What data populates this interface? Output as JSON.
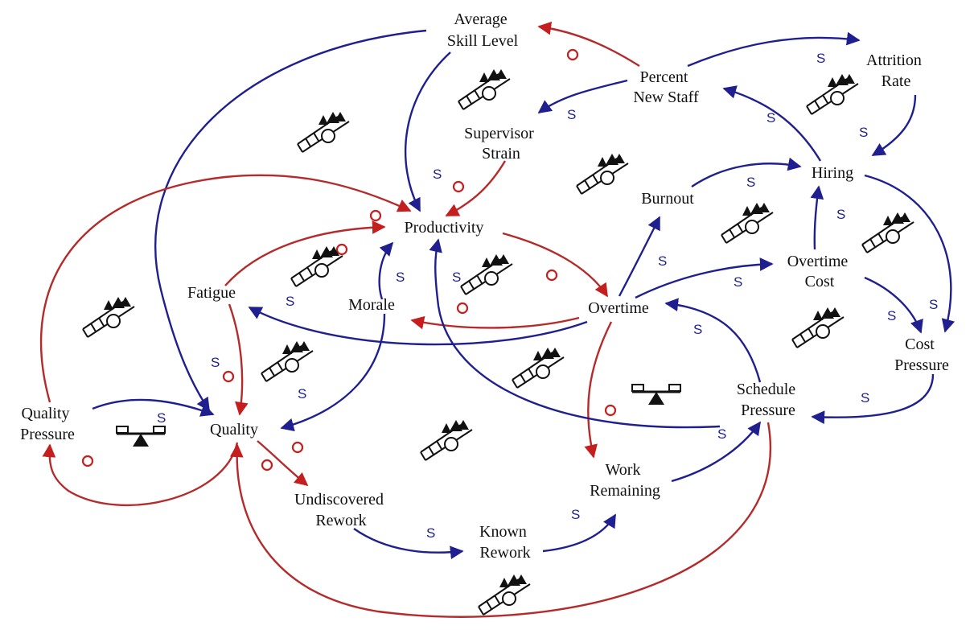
{
  "nodes": {
    "average_skill_level": [
      "Average",
      "Skill Level"
    ],
    "percent_new_staff": [
      "Percent",
      "New Staff"
    ],
    "attrition_rate": [
      "Attrition",
      "Rate"
    ],
    "supervisor_strain": [
      "Supervisor",
      "Strain"
    ],
    "hiring": [
      "Hiring"
    ],
    "burnout": [
      "Burnout"
    ],
    "productivity": [
      "Productivity"
    ],
    "overtime_cost": [
      "Overtime",
      "Cost"
    ],
    "fatigue": [
      "Fatigue"
    ],
    "morale": [
      "Morale"
    ],
    "overtime": [
      "Overtime"
    ],
    "cost_pressure": [
      "Cost",
      "Pressure"
    ],
    "schedule_pressure": [
      "Schedule",
      "Pressure"
    ],
    "quality_pressure": [
      "Quality",
      "Pressure"
    ],
    "quality": [
      "Quality"
    ],
    "work_remaining": [
      "Work",
      "Remaining"
    ],
    "undiscovered_rework": [
      "Undiscovered",
      "Rework"
    ],
    "known_rework": [
      "Known",
      "Rework"
    ]
  },
  "polarity": {
    "same": "S",
    "opposite": "O"
  },
  "colors": {
    "same_link": "#1f1f8f",
    "opposite_link": "#b52a2a",
    "text": "#111111"
  },
  "icons": {
    "delay": "delay-hillside-icon",
    "balance": "balance-scale-icon"
  }
}
